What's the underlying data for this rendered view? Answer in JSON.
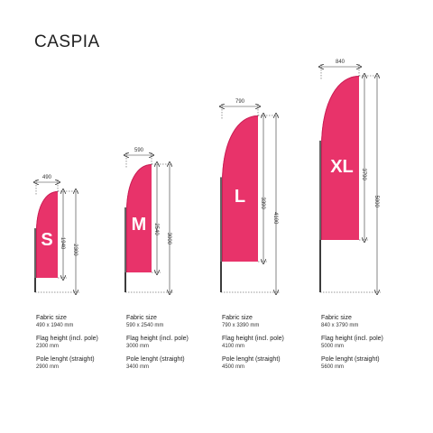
{
  "title": "CASPIA",
  "colors": {
    "flag": "#e8336a",
    "flag_edge": "#c91f55",
    "pole": "#222222",
    "dim": "#333333"
  },
  "labels": {
    "fabric": "Fabric size",
    "flag_height": "Flag height (incl. pole)",
    "pole_length": "Pole lenght (straight)"
  },
  "flags": [
    {
      "size": "S",
      "width_label": "490",
      "fabric_h": "1940",
      "total_h": "2300",
      "fabric": "490 x 1940 mm",
      "flag_height": "2300 mm",
      "pole_length": "2900 mm"
    },
    {
      "size": "M",
      "width_label": "590",
      "fabric_h": "2540",
      "total_h": "3000",
      "fabric": "590 x 2540 mm",
      "flag_height": "3000 mm",
      "pole_length": "3400 mm"
    },
    {
      "size": "L",
      "width_label": "790",
      "fabric_h": "3390",
      "total_h": "4100",
      "fabric": "790 x 3390 mm",
      "flag_height": "4100 mm",
      "pole_length": "4500 mm"
    },
    {
      "size": "XL",
      "width_label": "840",
      "fabric_h": "3790",
      "total_h": "5000",
      "fabric": "840 x 3790 mm",
      "flag_height": "5000 mm",
      "pole_length": "5600 mm"
    }
  ]
}
